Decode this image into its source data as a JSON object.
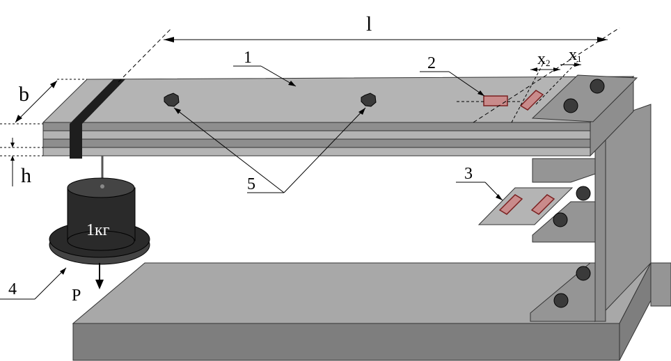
{
  "labels": {
    "length": "l",
    "width": "b",
    "height": "h",
    "beam_number": "1",
    "gauge_number": "2",
    "sample_number": "3",
    "weight_number": "4",
    "bolt_number": "5",
    "force": "P",
    "x2_main": "x",
    "x2_sub": "2",
    "x1_main": "x",
    "x1_sub": "1",
    "weight_mass": "1кг"
  },
  "colors": {
    "plate_top": "#b4b4b4",
    "plate_side": "#8e8e8e",
    "base_top": "#a8a8a8",
    "base_front": "#7e7e7e",
    "support": "#959595",
    "bolt": "#3a3a3a",
    "clamp": "#1e1e1e",
    "weight_body": "#2a2a2a",
    "weight_top": "#444444",
    "gauge_fill": "#c98b8b",
    "gauge_stroke": "#7a2020"
  }
}
